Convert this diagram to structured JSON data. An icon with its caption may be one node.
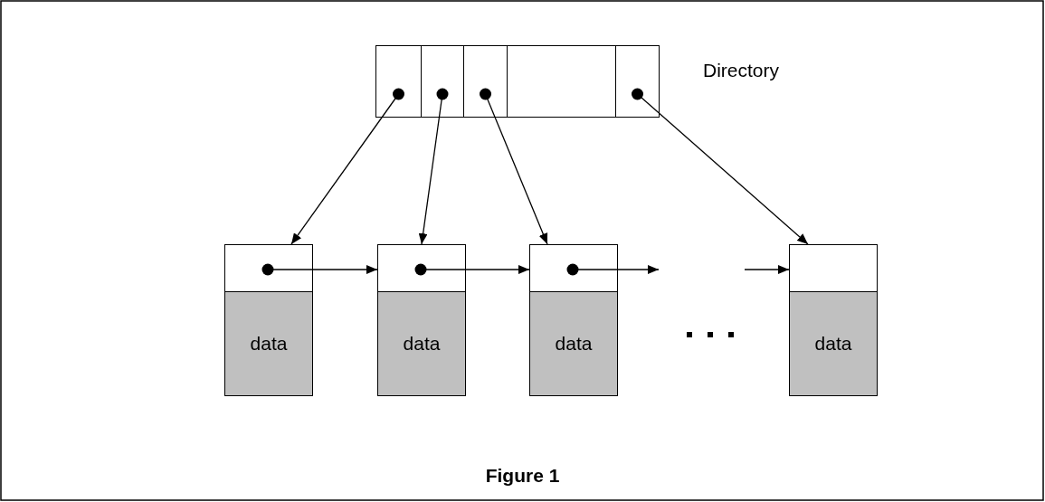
{
  "diagram": {
    "caption": "Figure 1",
    "nodes": [
      {
        "text": [],
        "shape": "box",
        "beside": [
          "Directory"
        ]
      },
      {
        "text": [],
        "shape": "box",
        "in": 0
      },
      {
        "text": [],
        "shape": "box",
        "in": 0
      },
      {
        "text": [],
        "shape": "box",
        "in": 0
      },
      {
        "text": [],
        "shape": "box",
        "in": 0
      },
      {
        "text": [],
        "shape": "box",
        "in": 0
      },
      {
        "text": [],
        "shape": "box"
      },
      {
        "text": [],
        "shape": "box",
        "in": 6
      },
      {
        "text": [
          "data"
        ],
        "in": 6
      },
      {
        "text": [],
        "shape": "box"
      },
      {
        "text": [],
        "shape": "box",
        "in": 9
      },
      {
        "text": [
          "data"
        ],
        "in": 9
      },
      {
        "text": [],
        "shape": "box"
      },
      {
        "text": [],
        "shape": "box",
        "in": 12
      },
      {
        "text": [
          "data"
        ],
        "in": 12
      },
      {
        "text": [],
        "shape": "box"
      },
      {
        "text": [],
        "shape": "box",
        "in": 15
      },
      {
        "text": [
          "data"
        ],
        "in": 15
      }
    ],
    "edges": [
      {
        "from": 1,
        "to": 7,
        "arrow": "to"
      },
      {
        "from": 2,
        "to": 10,
        "arrow": "to"
      },
      {
        "from": 3,
        "to": 13,
        "arrow": "to"
      },
      {
        "from": 5,
        "to": 16,
        "arrow": "to"
      },
      {
        "from": 7,
        "to": 10,
        "arrow": "to"
      },
      {
        "from": 10,
        "to": 13,
        "arrow": "to"
      },
      {
        "from": 13,
        "to": null,
        "arrow": "to"
      },
      {
        "from": null,
        "to": 16,
        "arrow": "to"
      }
    ]
  }
}
